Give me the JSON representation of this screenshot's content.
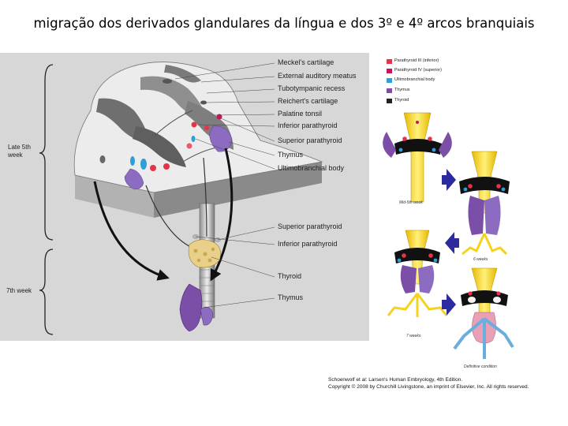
{
  "title": "migração dos derivados glandulares da língua e dos 3º e 4º arcos branquiais",
  "stages": [
    "Late 5th\nweek",
    "7th week"
  ],
  "upper_labels": [
    "Meckel's cartilage",
    "External auditory meatus",
    "Tubotympanic recess",
    "Reichert's cartilage",
    "Palatine tonsil",
    "Inferior parathyroid",
    "Superior parathyroid",
    "Thymus",
    "Ultimobranchial body"
  ],
  "lower_labels": [
    "Superior parathyroid",
    "Inferior parathyroid",
    "Thyroid",
    "Thymus"
  ],
  "legend": [
    {
      "label": "Parathyroid III (inferior)",
      "color": "#e8324a"
    },
    {
      "label": "Parathyroid IV (superior)",
      "color": "#c2185b"
    },
    {
      "label": "Ultimobranchial body",
      "color": "#2f9fd8"
    },
    {
      "label": "Thymus",
      "color": "#7b4fa8"
    },
    {
      "label": "Thyroid",
      "color": "#222222"
    }
  ],
  "captions": [
    "Mid-5th week",
    "6 weeks",
    "7 weeks",
    "Definitive condition"
  ],
  "credit": [
    "Schoenwolf et al: Larsen's Human Embryology, 4th Edition.",
    "Copyright © 2008 by Churchill Livingstone, an imprint of Elsevier, Inc. All rights reserved."
  ],
  "colors": {
    "arrow": "#2d2aa0",
    "thyroid_yellow": "#f5d21d",
    "block_gray": "#8a8a8a"
  }
}
